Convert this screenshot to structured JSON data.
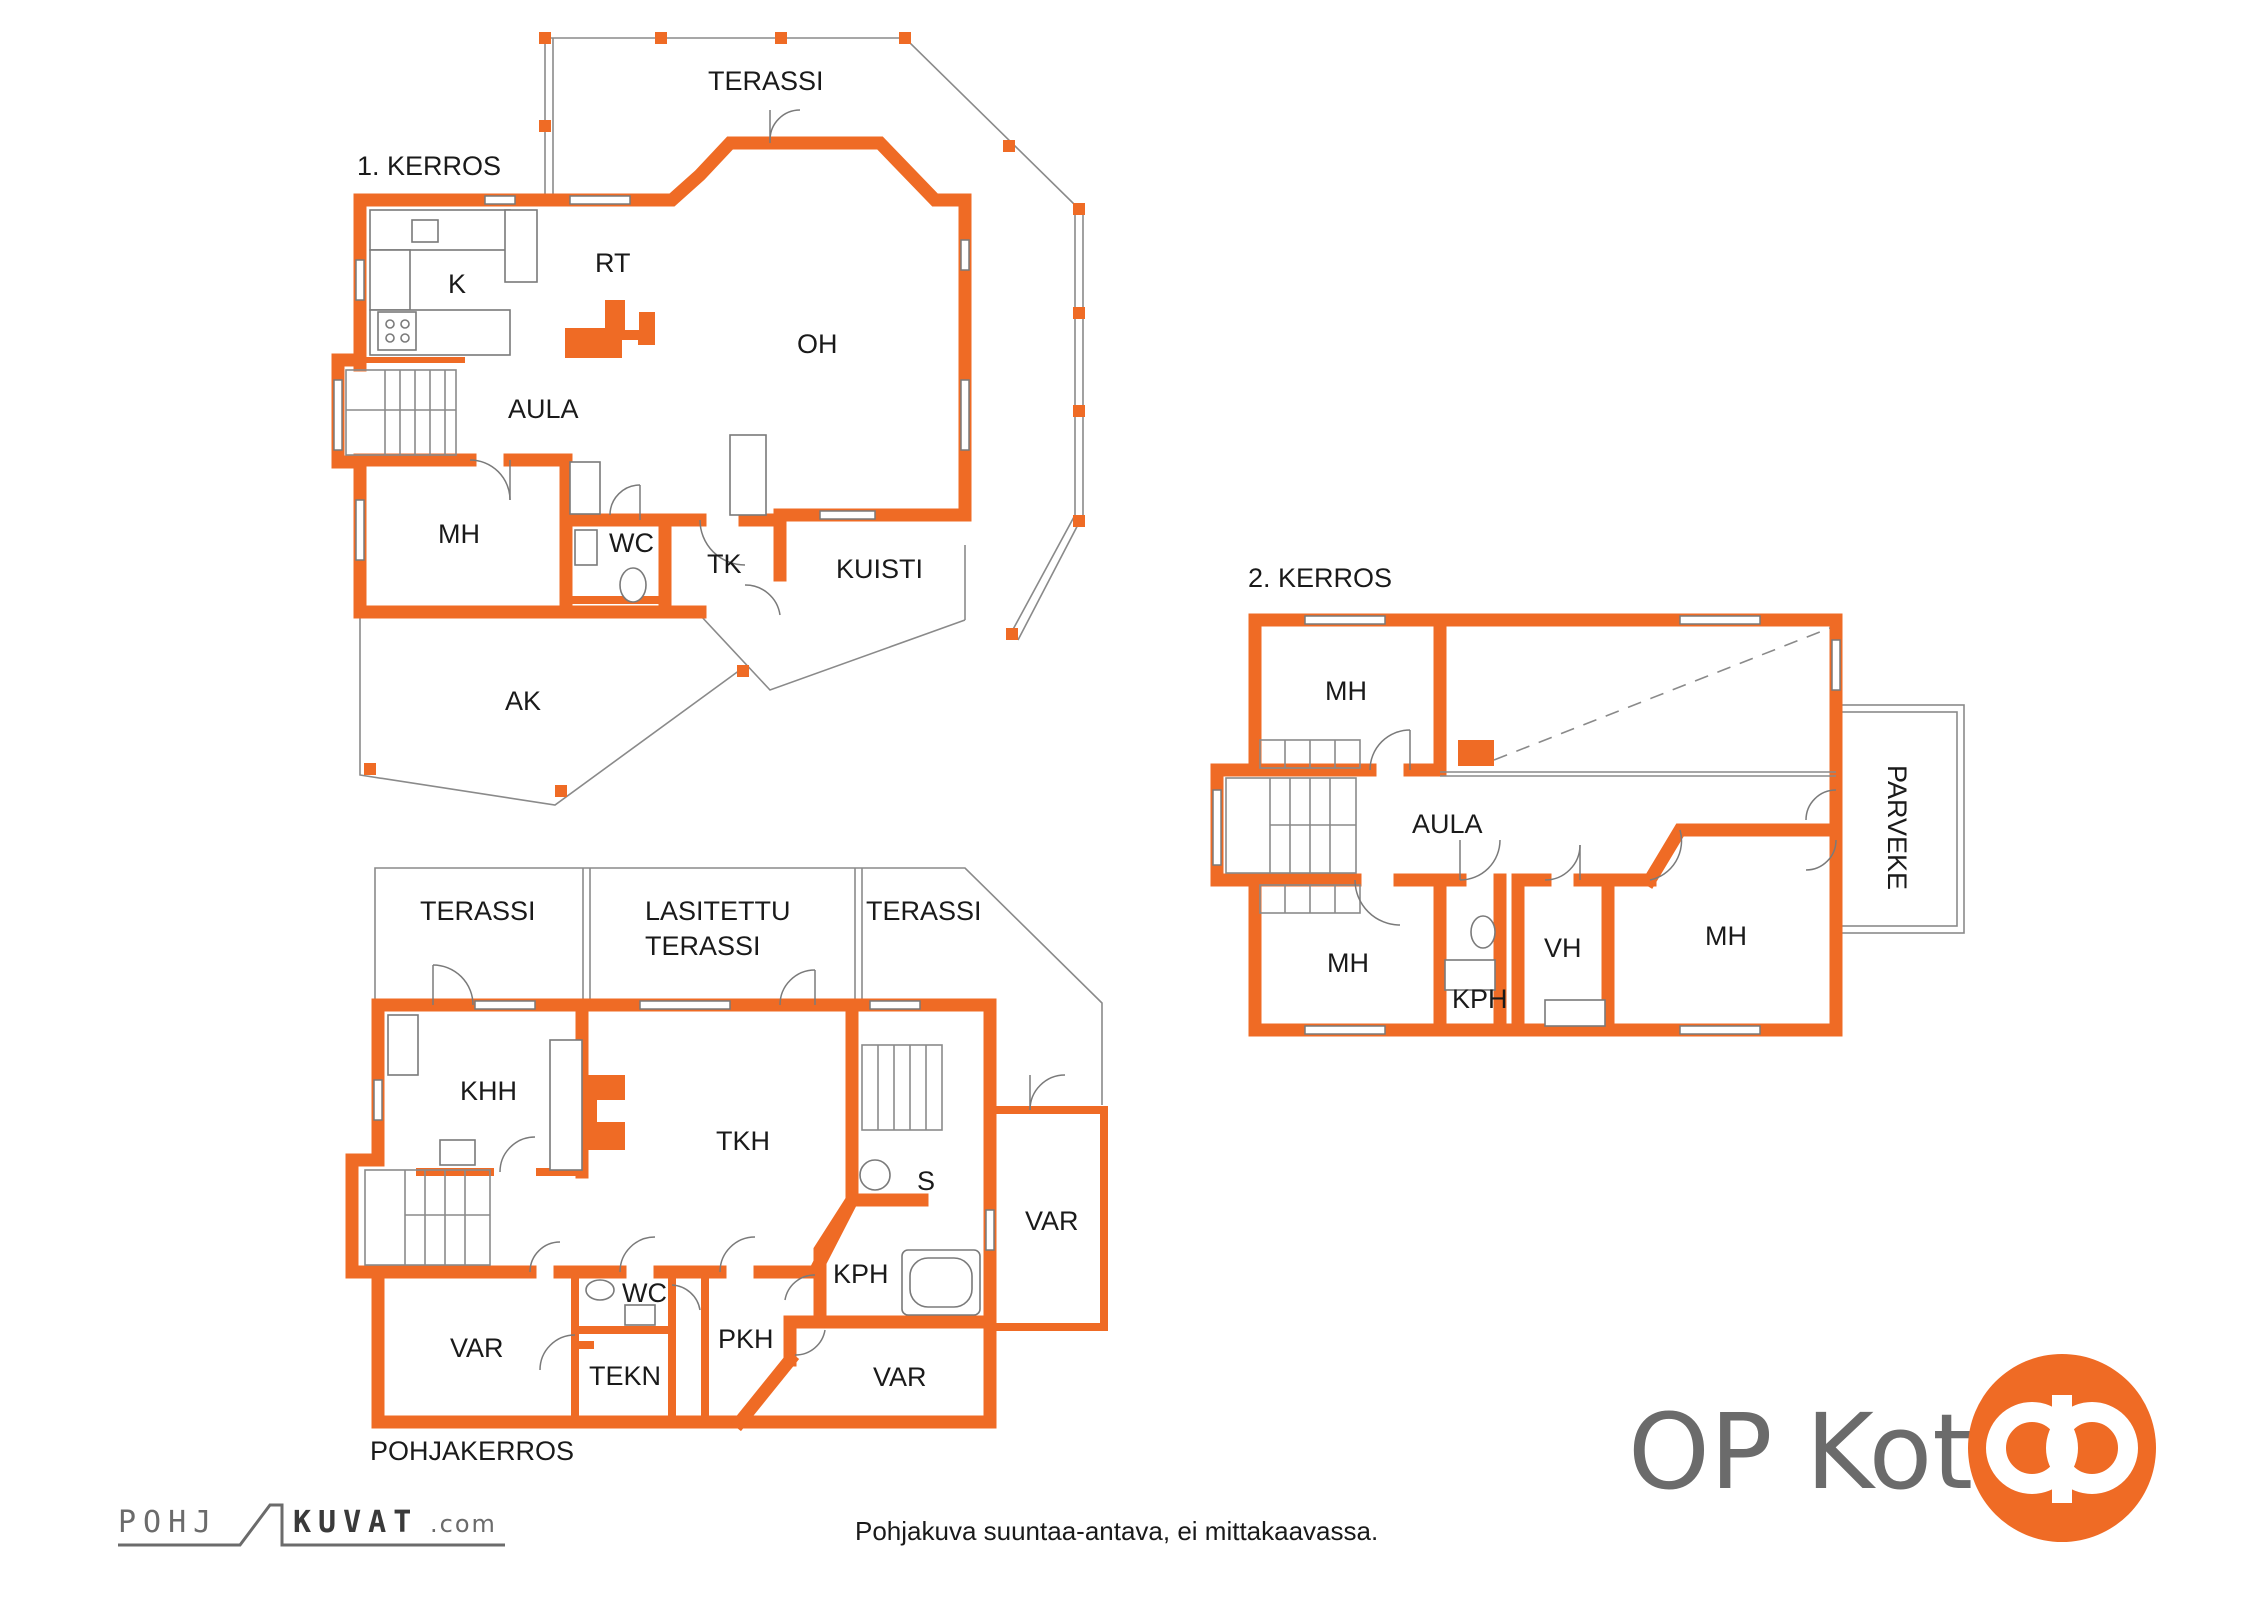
{
  "floors": {
    "first": "1. KERROS",
    "second": "2. KERROS",
    "basement": "POHJAKERROS"
  },
  "rooms": {
    "first": {
      "terassi": "TERASSI",
      "k": "K",
      "rt": "RT",
      "oh": "OH",
      "aula": "AULA",
      "mh": "MH",
      "wc": "WC",
      "tk": "TK",
      "kuisti": "KUISTI",
      "ak": "AK"
    },
    "second": {
      "mh_top": "MH",
      "aula": "AULA",
      "parveke": "PARVEKE",
      "mh_bottom": "MH",
      "kph": "KPH",
      "vh": "VH",
      "mh_right": "MH"
    },
    "basement": {
      "terassi_left": "TERASSI",
      "lasitettu_1": "LASITETTU",
      "lasitettu_2": "TERASSI",
      "terassi_right": "TERASSI",
      "khh": "KHH",
      "tkh": "TKH",
      "s": "S",
      "var_right": "VAR",
      "kph": "KPH",
      "wc": "WC",
      "var_left": "VAR",
      "tekn": "TEKN",
      "pkh": "PKH",
      "var_bottom": "VAR"
    }
  },
  "footer": {
    "note": "Pohjakuva suuntaa-antava, ei mittakaavassa.",
    "brand": "OP Koti",
    "logo_left": "POHJ",
    "logo_right": "KUVAT",
    "logo_domain": ".com"
  },
  "colors": {
    "wall": "#ef6b25",
    "brand_text": "#6b6b6b",
    "logo_circle": "#ef6b25"
  }
}
